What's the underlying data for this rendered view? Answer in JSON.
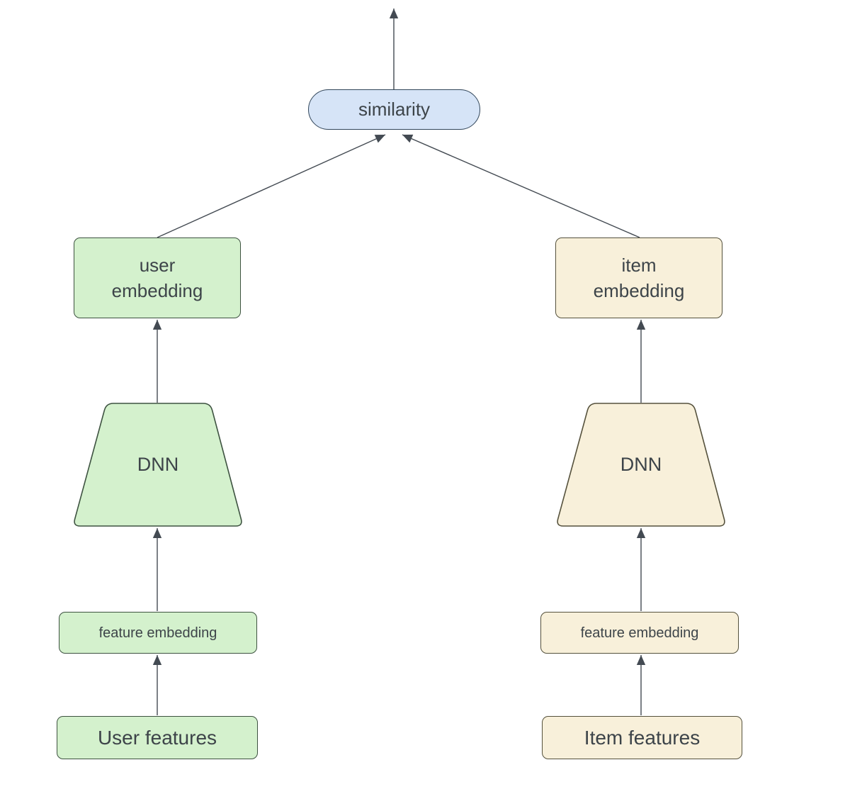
{
  "nodes": {
    "similarity": {
      "label": "similarity"
    },
    "user_embedding": {
      "line1": "user",
      "line2": "embedding"
    },
    "item_embedding": {
      "line1": "item",
      "line2": "embedding"
    },
    "user_dnn": {
      "label": "DNN"
    },
    "item_dnn": {
      "label": "DNN"
    },
    "user_feature_embedding": {
      "label": "feature embedding"
    },
    "item_feature_embedding": {
      "label": "feature embedding"
    },
    "user_features": {
      "label": "User features"
    },
    "item_features": {
      "label": "Item features"
    }
  },
  "colors": {
    "green_fill": "#d4f1cd",
    "green_border": "#3d5240",
    "tan_fill": "#f8f0da",
    "tan_border": "#55513c",
    "blue_fill": "#d6e4f7",
    "blue_border": "#32465a",
    "arrow": "#434a52",
    "text": "#3d4449",
    "background": "#ffffff"
  }
}
